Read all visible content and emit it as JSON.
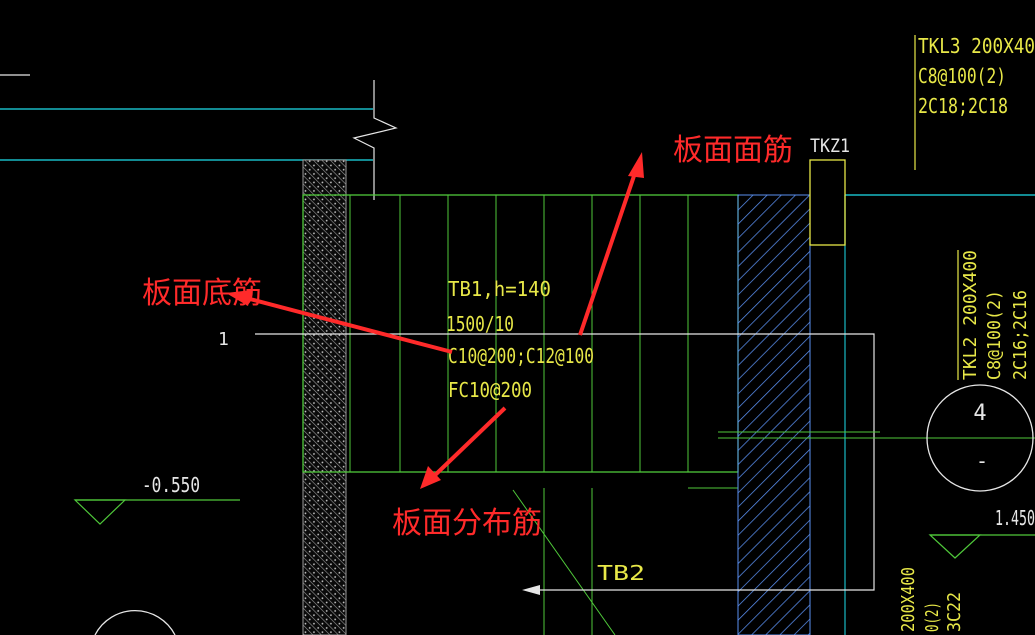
{
  "colors": {
    "background": "#000000",
    "cyan": "#19b9c4",
    "yellow": "#e8e848",
    "green": "#4fc83a",
    "white": "#e6e6e6",
    "annotation": "#ff2a2a",
    "hatch_blue": "#5a8ff0"
  },
  "beam_labels": {
    "tkl3": {
      "line1": "TKL3 200X40",
      "line2": "C8@100(2)",
      "line3": "2C18;2C18"
    },
    "tkl2": {
      "line1": "TKL2 200X400",
      "line2": "C8@100(2)",
      "line3": "2C16;2C16"
    },
    "tkz1": "TKZ1",
    "lower_right": {
      "line1": "200X400",
      "line2": "0(2)",
      "line3": "3C22"
    }
  },
  "slab": {
    "label": "TB1,h=140",
    "dims": "1500/10",
    "rebar": "C10@200;C12@100",
    "distribution": "FC10@200",
    "label_b2": "TB2"
  },
  "elevations": {
    "left": "-0.550",
    "right": "1.450"
  },
  "axis_marker": {
    "top": "4",
    "bottom": "-"
  },
  "left_tick": "1",
  "annotations": {
    "top_bar": "板面面筋",
    "bottom_bar": "板面底筋",
    "distribution_bar": "板面分布筋"
  }
}
